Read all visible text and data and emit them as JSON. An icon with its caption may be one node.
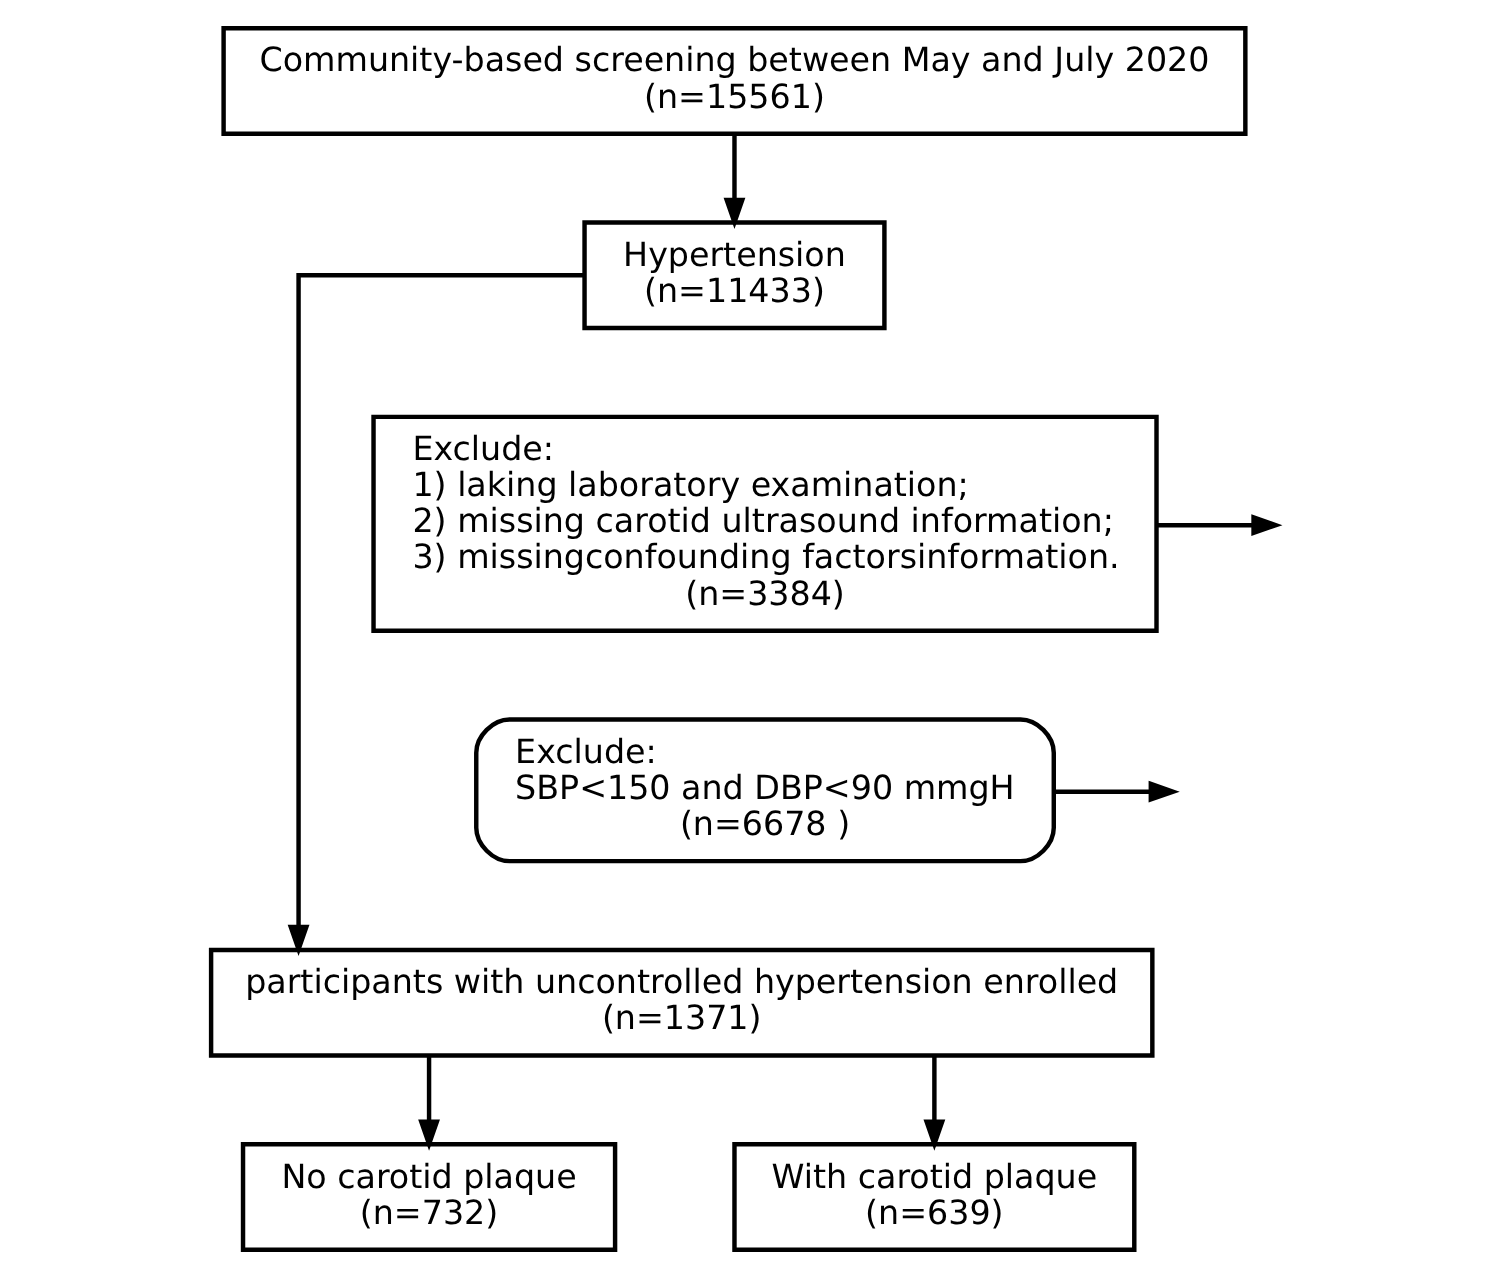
{
  "diagram": {
    "nodes": [
      {
        "text": [
          "Community-based screening between May and July 2020",
          "(n=15561)"
        ]
      },
      {
        "text": [
          "Hypertension",
          "(n=11433)"
        ]
      },
      {
        "text": [
          "Exclude:",
          "1) laking laboratory examination;",
          "2) missing carotid ultrasound information;",
          "3) missingconfounding factorsinformation.",
          "(n=3384)"
        ]
      },
      {
        "text": [
          "Exclude:",
          "SBP<150 and DBP<90 mmgH",
          "(n=6678 )"
        ]
      },
      {
        "text": [
          "participants with uncontrolled hypertension enrolled",
          "(n=1371)"
        ]
      },
      {
        "text": [
          "No carotid plaque",
          "(n=732)"
        ]
      },
      {
        "text": [
          "With carotid plaque",
          "(n=639)"
        ]
      }
    ],
    "edges": [
      {
        "from": 0,
        "to": 1,
        "arrow": "to"
      },
      {
        "from": 1,
        "to": 4,
        "arrow": "to"
      },
      {
        "from": 2,
        "to": null,
        "arrow": "to"
      },
      {
        "from": 3,
        "to": null,
        "arrow": "to"
      },
      {
        "from": 4,
        "to": 5,
        "arrow": "to"
      },
      {
        "from": 4,
        "to": 6,
        "arrow": "to"
      }
    ]
  }
}
